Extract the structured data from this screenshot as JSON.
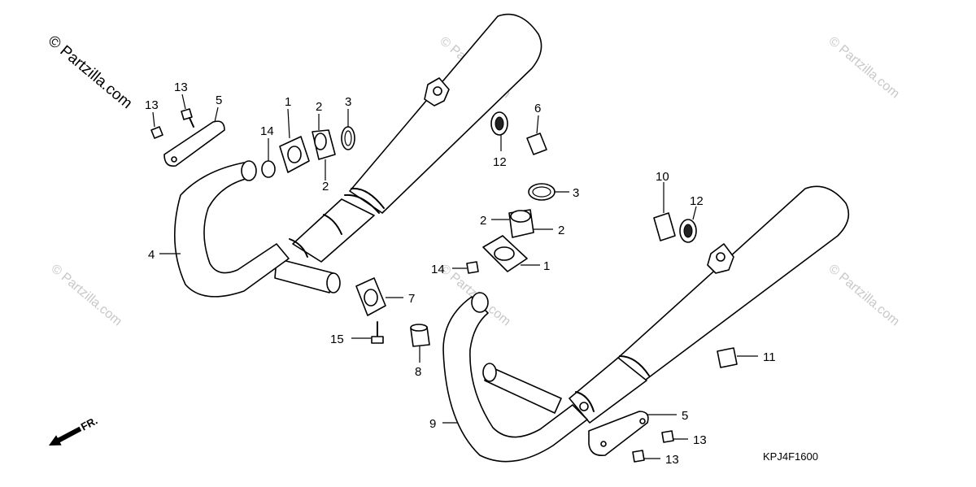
{
  "watermark_main": "© Partzilla.com",
  "watermark_faint": "© Partzilla.com",
  "diagram_code": "KPJ4F1600",
  "front_marker": "FR.",
  "callouts": {
    "c13a": "13",
    "c13b": "13",
    "c5a": "5",
    "c1a": "1",
    "c2a": "2",
    "c3a": "3",
    "c14a": "14",
    "c2b": "2",
    "c6": "6",
    "c12a": "12",
    "c3b": "3",
    "c10": "10",
    "c12b": "12",
    "c2c": "2",
    "c2d": "2",
    "c4": "4",
    "c14b": "14",
    "c1b": "1",
    "c7": "7",
    "c15": "15",
    "c8": "8",
    "c11": "11",
    "c9": "9",
    "c5b": "5",
    "c13c": "13",
    "c13d": "13"
  }
}
